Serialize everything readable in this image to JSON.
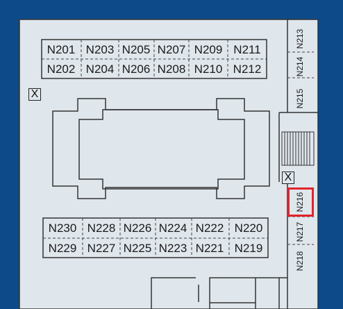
{
  "map": {
    "background_color": "#0d4a8a",
    "floor_color": "#dfe6ec",
    "line_color": "#333333",
    "highlight_color": "#e2232b",
    "highlighted_room": "N216",
    "rooms_top_row1": [
      "N201",
      "N203",
      "N205",
      "N207",
      "N209",
      "N211"
    ],
    "rooms_top_row2": [
      "N202",
      "N204",
      "N206",
      "N208",
      "N210",
      "N212"
    ],
    "rooms_bottom_row1": [
      "N230",
      "N228",
      "N226",
      "N224",
      "N222",
      "N220"
    ],
    "rooms_bottom_row2": [
      "N229",
      "N227",
      "N225",
      "N223",
      "N221",
      "N219"
    ],
    "rooms_right_upper": [
      "N213",
      "N214",
      "N215"
    ],
    "room_right_highlight": "N216",
    "rooms_right_lower": [
      "N217",
      "N218"
    ],
    "exit_symbol": "X",
    "icons": {
      "exit": "exit-x-icon",
      "stairs": "stairs-icon"
    }
  }
}
